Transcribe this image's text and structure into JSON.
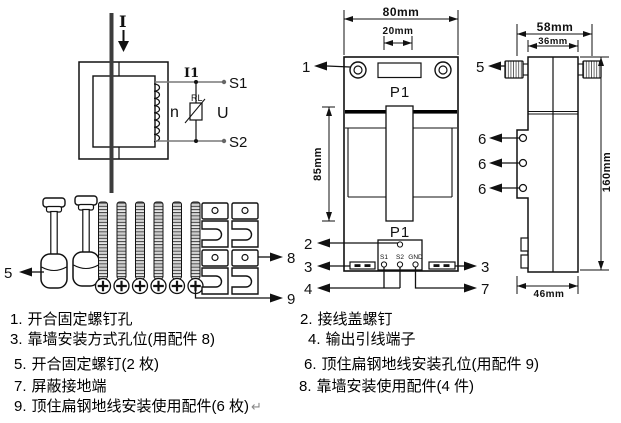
{
  "schematic": {
    "primary_current": "I",
    "secondary_current": "I1",
    "terminal_s1": "S1",
    "terminal_s2": "S2",
    "turns": "n",
    "voltage": "U",
    "load_resistor": "RL"
  },
  "front_view": {
    "dim_width": "80mm",
    "dim_window": "20mm",
    "dim_height": "85mm",
    "p1_top": "P1",
    "p1_bottom": "P1",
    "terminals": {
      "s1": "S1",
      "s2": "S2",
      "gnd": "GND"
    }
  },
  "side_view": {
    "dim_overall_width": "58mm",
    "dim_body_width": "36mm",
    "dim_height": "160mm",
    "dim_depth": "46mm"
  },
  "callouts": {
    "n1": "1",
    "n2": "2",
    "n3": "3",
    "n4": "4",
    "n5": "5",
    "n6": "6",
    "n7": "7",
    "n8": "8",
    "n9": "9"
  },
  "legend": {
    "return_mark": "↵",
    "items": [
      {
        "no": "1.",
        "text": "开合固定螺钉孔"
      },
      {
        "no": "2.",
        "text": "接线盖螺钉"
      },
      {
        "no": "3.",
        "text": "靠墙安装方式孔位(用配件 8)"
      },
      {
        "no": "4.",
        "text": "输出引线端子"
      },
      {
        "no": "5.",
        "text": "开合固定螺钉(2 枚)"
      },
      {
        "no": "6.",
        "text": "顶住扁钢地线安装孔位(用配件 9)"
      },
      {
        "no": "7.",
        "text": "屏蔽接地端"
      },
      {
        "no": "8.",
        "text": "靠墙安装使用配件(4 件)"
      },
      {
        "no": "9.",
        "text": "顶住扁钢地线安装使用配件(6 枚)"
      }
    ]
  }
}
